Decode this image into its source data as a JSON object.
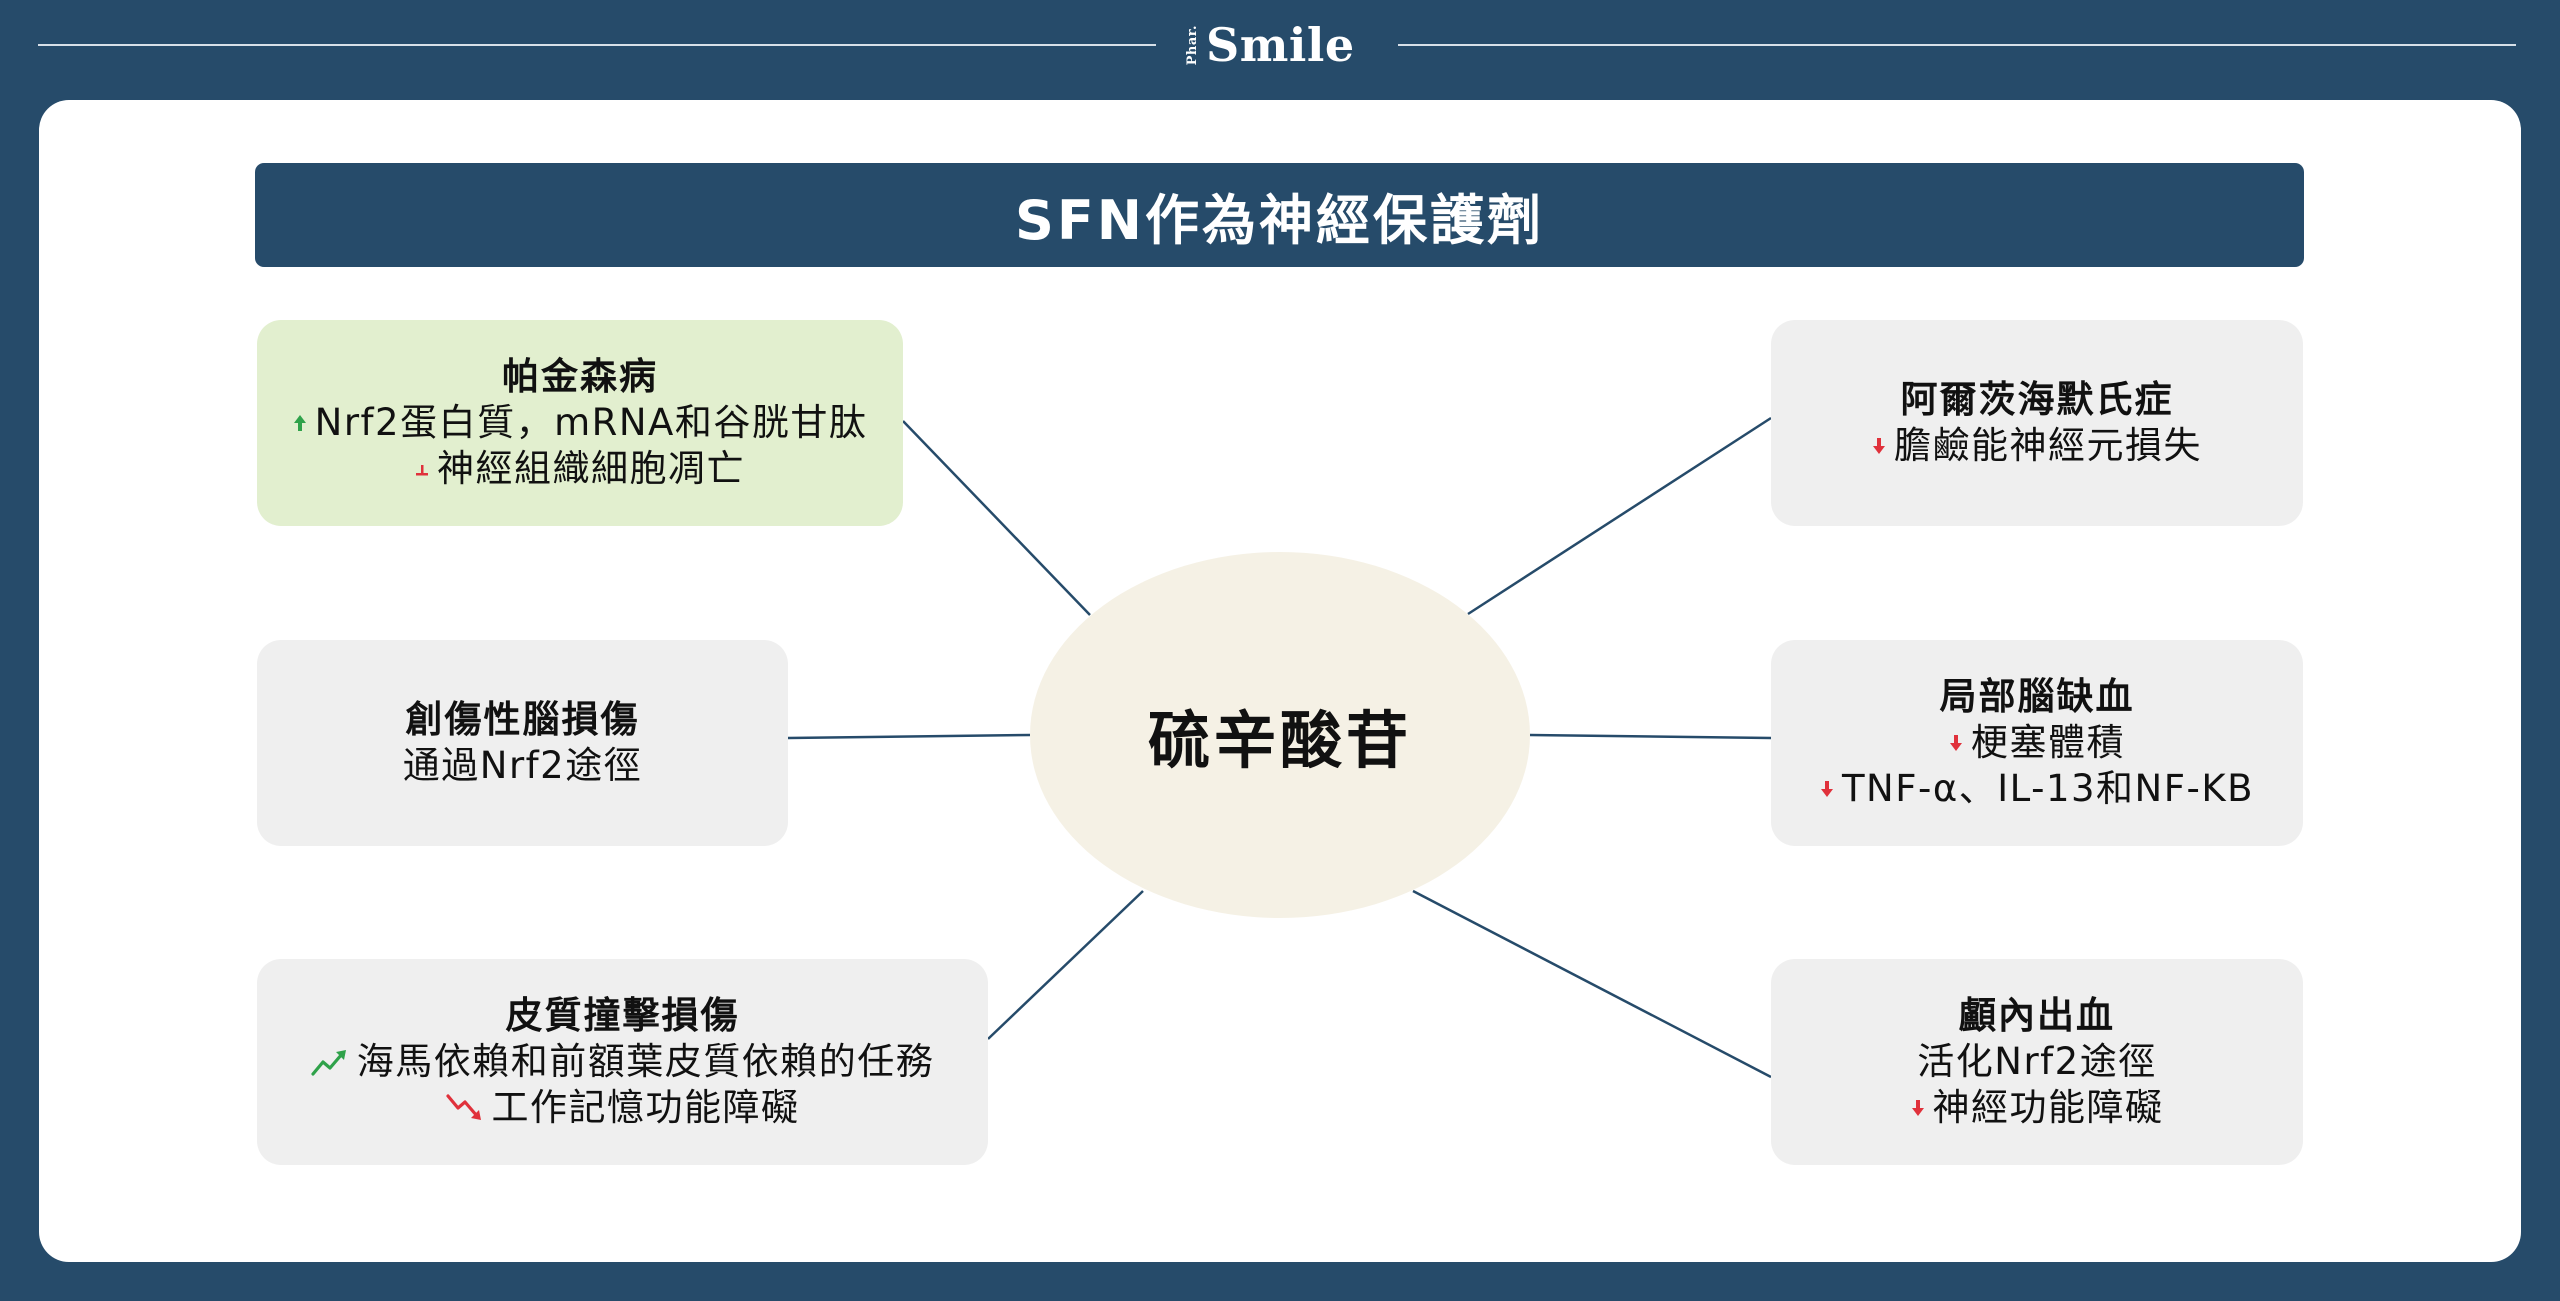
{
  "brand": {
    "prefix": "Phar.",
    "name": "Smile"
  },
  "title": "SFN作為神經保護劑",
  "hub": {
    "label": "硫辛酸苷"
  },
  "colors": {
    "background": "#264b6a",
    "panel": "#ffffff",
    "hub": "#f5f1e5",
    "box": "#efefef",
    "box_highlight": "#e2efcf",
    "connector": "#264b6a",
    "up_green": "#2fa24a",
    "down_red": "#e0313b"
  },
  "nodes": [
    {
      "title": "帕金森病",
      "highlight": true,
      "lines": [
        {
          "icon": "up-arrow-icon",
          "text": "Nrf2蛋白質，mRNA和谷胱甘肽"
        },
        {
          "icon": "down-tack-icon",
          "text": "神經組織細胞凋亡"
        }
      ]
    },
    {
      "title": "阿爾茨海默氏症",
      "highlight": false,
      "lines": [
        {
          "icon": "down-arrow-icon",
          "text": "膽鹼能神經元損失"
        }
      ]
    },
    {
      "title": "創傷性腦損傷",
      "highlight": false,
      "lines": [
        {
          "icon": "",
          "text": "通過Nrf2途徑"
        }
      ]
    },
    {
      "title": "局部腦缺血",
      "highlight": false,
      "lines": [
        {
          "icon": "down-arrow-icon",
          "text": "梗塞體積"
        },
        {
          "icon": "down-arrow-icon",
          "text": "TNF-α、IL-13和NF-KB"
        }
      ]
    },
    {
      "title": "皮質撞擊損傷",
      "highlight": false,
      "lines": [
        {
          "icon": "trend-up-icon",
          "text": "海馬依賴和前額葉皮質依賴的任務"
        },
        {
          "icon": "trend-down-icon",
          "text": "工作記憶功能障礙"
        }
      ]
    },
    {
      "title": "顱內出血",
      "highlight": false,
      "lines": [
        {
          "icon": "",
          "text": "活化Nrf2途徑"
        },
        {
          "icon": "down-arrow-icon",
          "text": "神經功能障礙"
        }
      ]
    }
  ]
}
